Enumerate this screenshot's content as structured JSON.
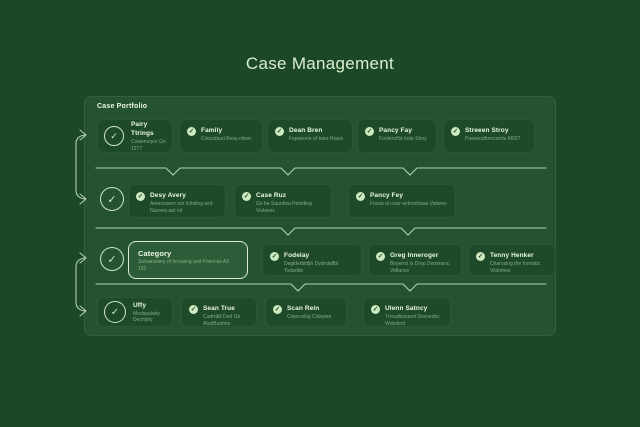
{
  "page": {
    "title": "Case Management"
  },
  "panel": {
    "title": "Case Portfolio"
  },
  "icons": {
    "check": "✓"
  },
  "colors": {
    "background": "#1d4827",
    "panel": "#255230",
    "card": "#1e4a29",
    "card_highlight_border": "#d6edcb",
    "card_highlight_bg": "#2d5d38",
    "line": "#cfe7c3",
    "title_text": "#dbeecd",
    "card_title_text": "#ecf7e3",
    "card_subtitle_text": "#9cc296",
    "icon_fill": "#cde9c0",
    "icon_check": "#24512d"
  },
  "rows": [
    {
      "cards": [
        {
          "title": "Pairy Ttrings",
          "subtitle": "Cowemoyor Gn 1277"
        },
        {
          "title": "Family",
          "subtitle": "Colusdaud Besu rrberr"
        },
        {
          "title": "Dean Bren",
          "subtitle": "Fepoeone of bare Hrace"
        },
        {
          "title": "Pancy Fay",
          "subtitle": "Fonteroflst Inde Stroy"
        },
        {
          "title": "Streeen Stroy",
          "subtitle": "Poerwodfomcomlu M927"
        }
      ]
    },
    {
      "cards": [
        {
          "title": "Desy Avery",
          "subtitle": "Aeorovaern nor Icloding wrd Nazvea aat rot"
        },
        {
          "title": "Case Ruz",
          "subtitle": "Go be Saurdwa Peteding Violaves"
        },
        {
          "title": "Pancy Fey",
          "subtitle": "Fossa al rourr-wrbrschaae Valoren"
        }
      ]
    },
    {
      "cards": [
        {
          "title": "Category",
          "subtitle": "Sonuassiery of hrousing and Fnencas A2 191"
        },
        {
          "title": "Fodelay",
          "subtitle": "Deglderbldijh Dyslrdaffbl Todarble"
        },
        {
          "title": "Greg Inneroger",
          "subtitle": "Boyerns is Drep Dommsnc Vidlance"
        },
        {
          "title": "Tenny Henker",
          "subtitle": "Charosing the formobc Violomes"
        }
      ]
    },
    {
      "cards": [
        {
          "title": "Uffy",
          "subtitle": "Medspaiady Dechljrty"
        },
        {
          "title": "Sean True",
          "subtitle": "Cudrrdill Ded Gb AtudBunbbe"
        },
        {
          "title": "Scan Rein",
          "subtitle": "Ciaorvelkg Cidsytes"
        },
        {
          "title": "Ulenn Satncy",
          "subtitle": "Trreudbasaed Dovnesbc Wobderd"
        }
      ]
    }
  ]
}
